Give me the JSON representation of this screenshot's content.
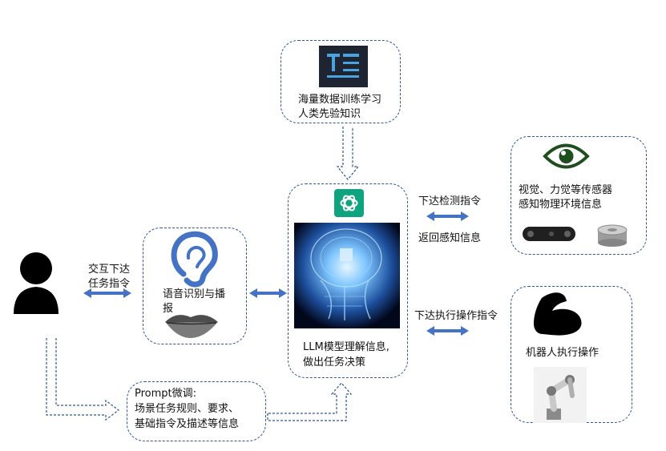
{
  "knowledge_box": {
    "line1": "海量数据训练学习",
    "line2": "人类先验知识"
  },
  "llm_box": {
    "line1": "LLM模型理解信息,",
    "line2": "做出任务决策"
  },
  "speech_box": {
    "line1": "语音识别与播",
    "line2": "报"
  },
  "sensor_box": {
    "line1": "视觉、力觉等传感器",
    "line2": "感知物理环境信息"
  },
  "robot_box": {
    "label": "机器人执行操作"
  },
  "prompt_box": {
    "line1": "Prompt微调:",
    "line2": "场景任务规则、要求、",
    "line3": "基础指令及描述等信息"
  },
  "labels": {
    "interact_line1": "交互下达",
    "interact_line2": "任务指令",
    "detect_cmd": "下达检测指令",
    "return_info": "返回感知信息",
    "exec_cmd": "下达执行操作指令"
  },
  "colors": {
    "dash_border": "#2f5597",
    "arrow_fill": "#4472c4",
    "chatgpt_green": "#10a37f",
    "icon_dark": "#111111"
  }
}
